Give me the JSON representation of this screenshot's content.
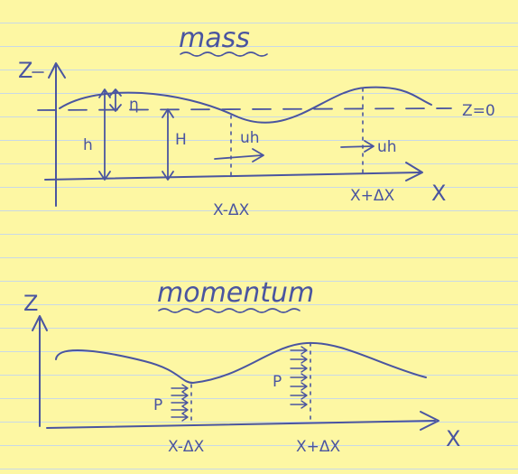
{
  "mass_panel": {
    "title": "mass",
    "z_axis_label": "Z",
    "x_axis_label": "X",
    "reference_level_label": "Z=0",
    "surface_elevation_label": "η",
    "total_depth_label": "h",
    "mean_depth_label": "H",
    "flux_left_label": "uh",
    "flux_right_label": "uh",
    "left_position_label": "X-ΔX",
    "right_position_label": "X+ΔX"
  },
  "momentum_panel": {
    "title": "momentum",
    "z_axis_label": "Z",
    "x_axis_label": "X",
    "pressure_left_label": "P",
    "pressure_right_label": "P",
    "left_position_label": "X-ΔX",
    "right_position_label": "X+ΔX"
  },
  "colors": {
    "paper": "#fdf7a3",
    "ink": "#4a55a0",
    "rule_lines": "#c9d9e6"
  }
}
